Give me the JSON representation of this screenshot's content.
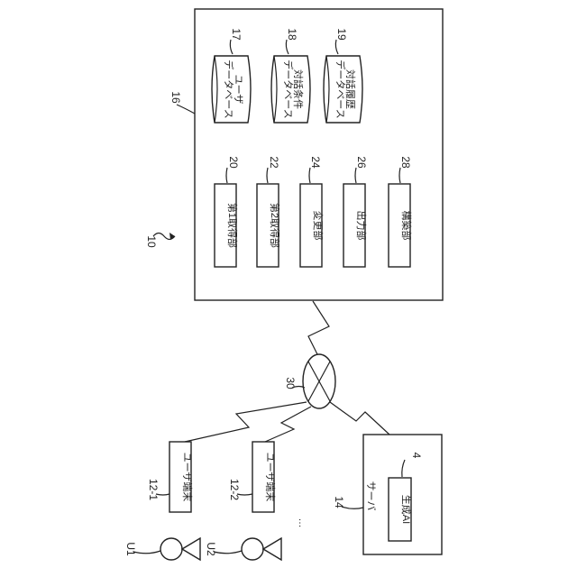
{
  "system": {
    "ref": "10"
  },
  "server_main": {
    "ref": "16",
    "databases": [
      {
        "ref": "17",
        "line1": "ユーザ",
        "line2": "データベース"
      },
      {
        "ref": "18",
        "line1": "対話条件",
        "line2": "データベース"
      },
      {
        "ref": "19",
        "line1": "対話履歴",
        "line2": "データベース"
      }
    ],
    "units": [
      {
        "ref": "20",
        "label": "第1取得部"
      },
      {
        "ref": "22",
        "label": "第2取得部"
      },
      {
        "ref": "24",
        "label": "変更部"
      },
      {
        "ref": "26",
        "label": "出力部"
      },
      {
        "ref": "28",
        "label": "構築部"
      }
    ]
  },
  "network": {
    "ref": "30"
  },
  "terminals": [
    {
      "ref": "12-1",
      "label": "ユーザ端末"
    },
    {
      "ref": "12-2",
      "label": "ユーザ端末"
    }
  ],
  "ellipsis": "…",
  "server_ai": {
    "ref": "14",
    "label": "サーバ",
    "ai_ref": "4",
    "ai_label": "生成AI"
  },
  "users": [
    {
      "label": "U1"
    },
    {
      "label": "U2"
    }
  ]
}
